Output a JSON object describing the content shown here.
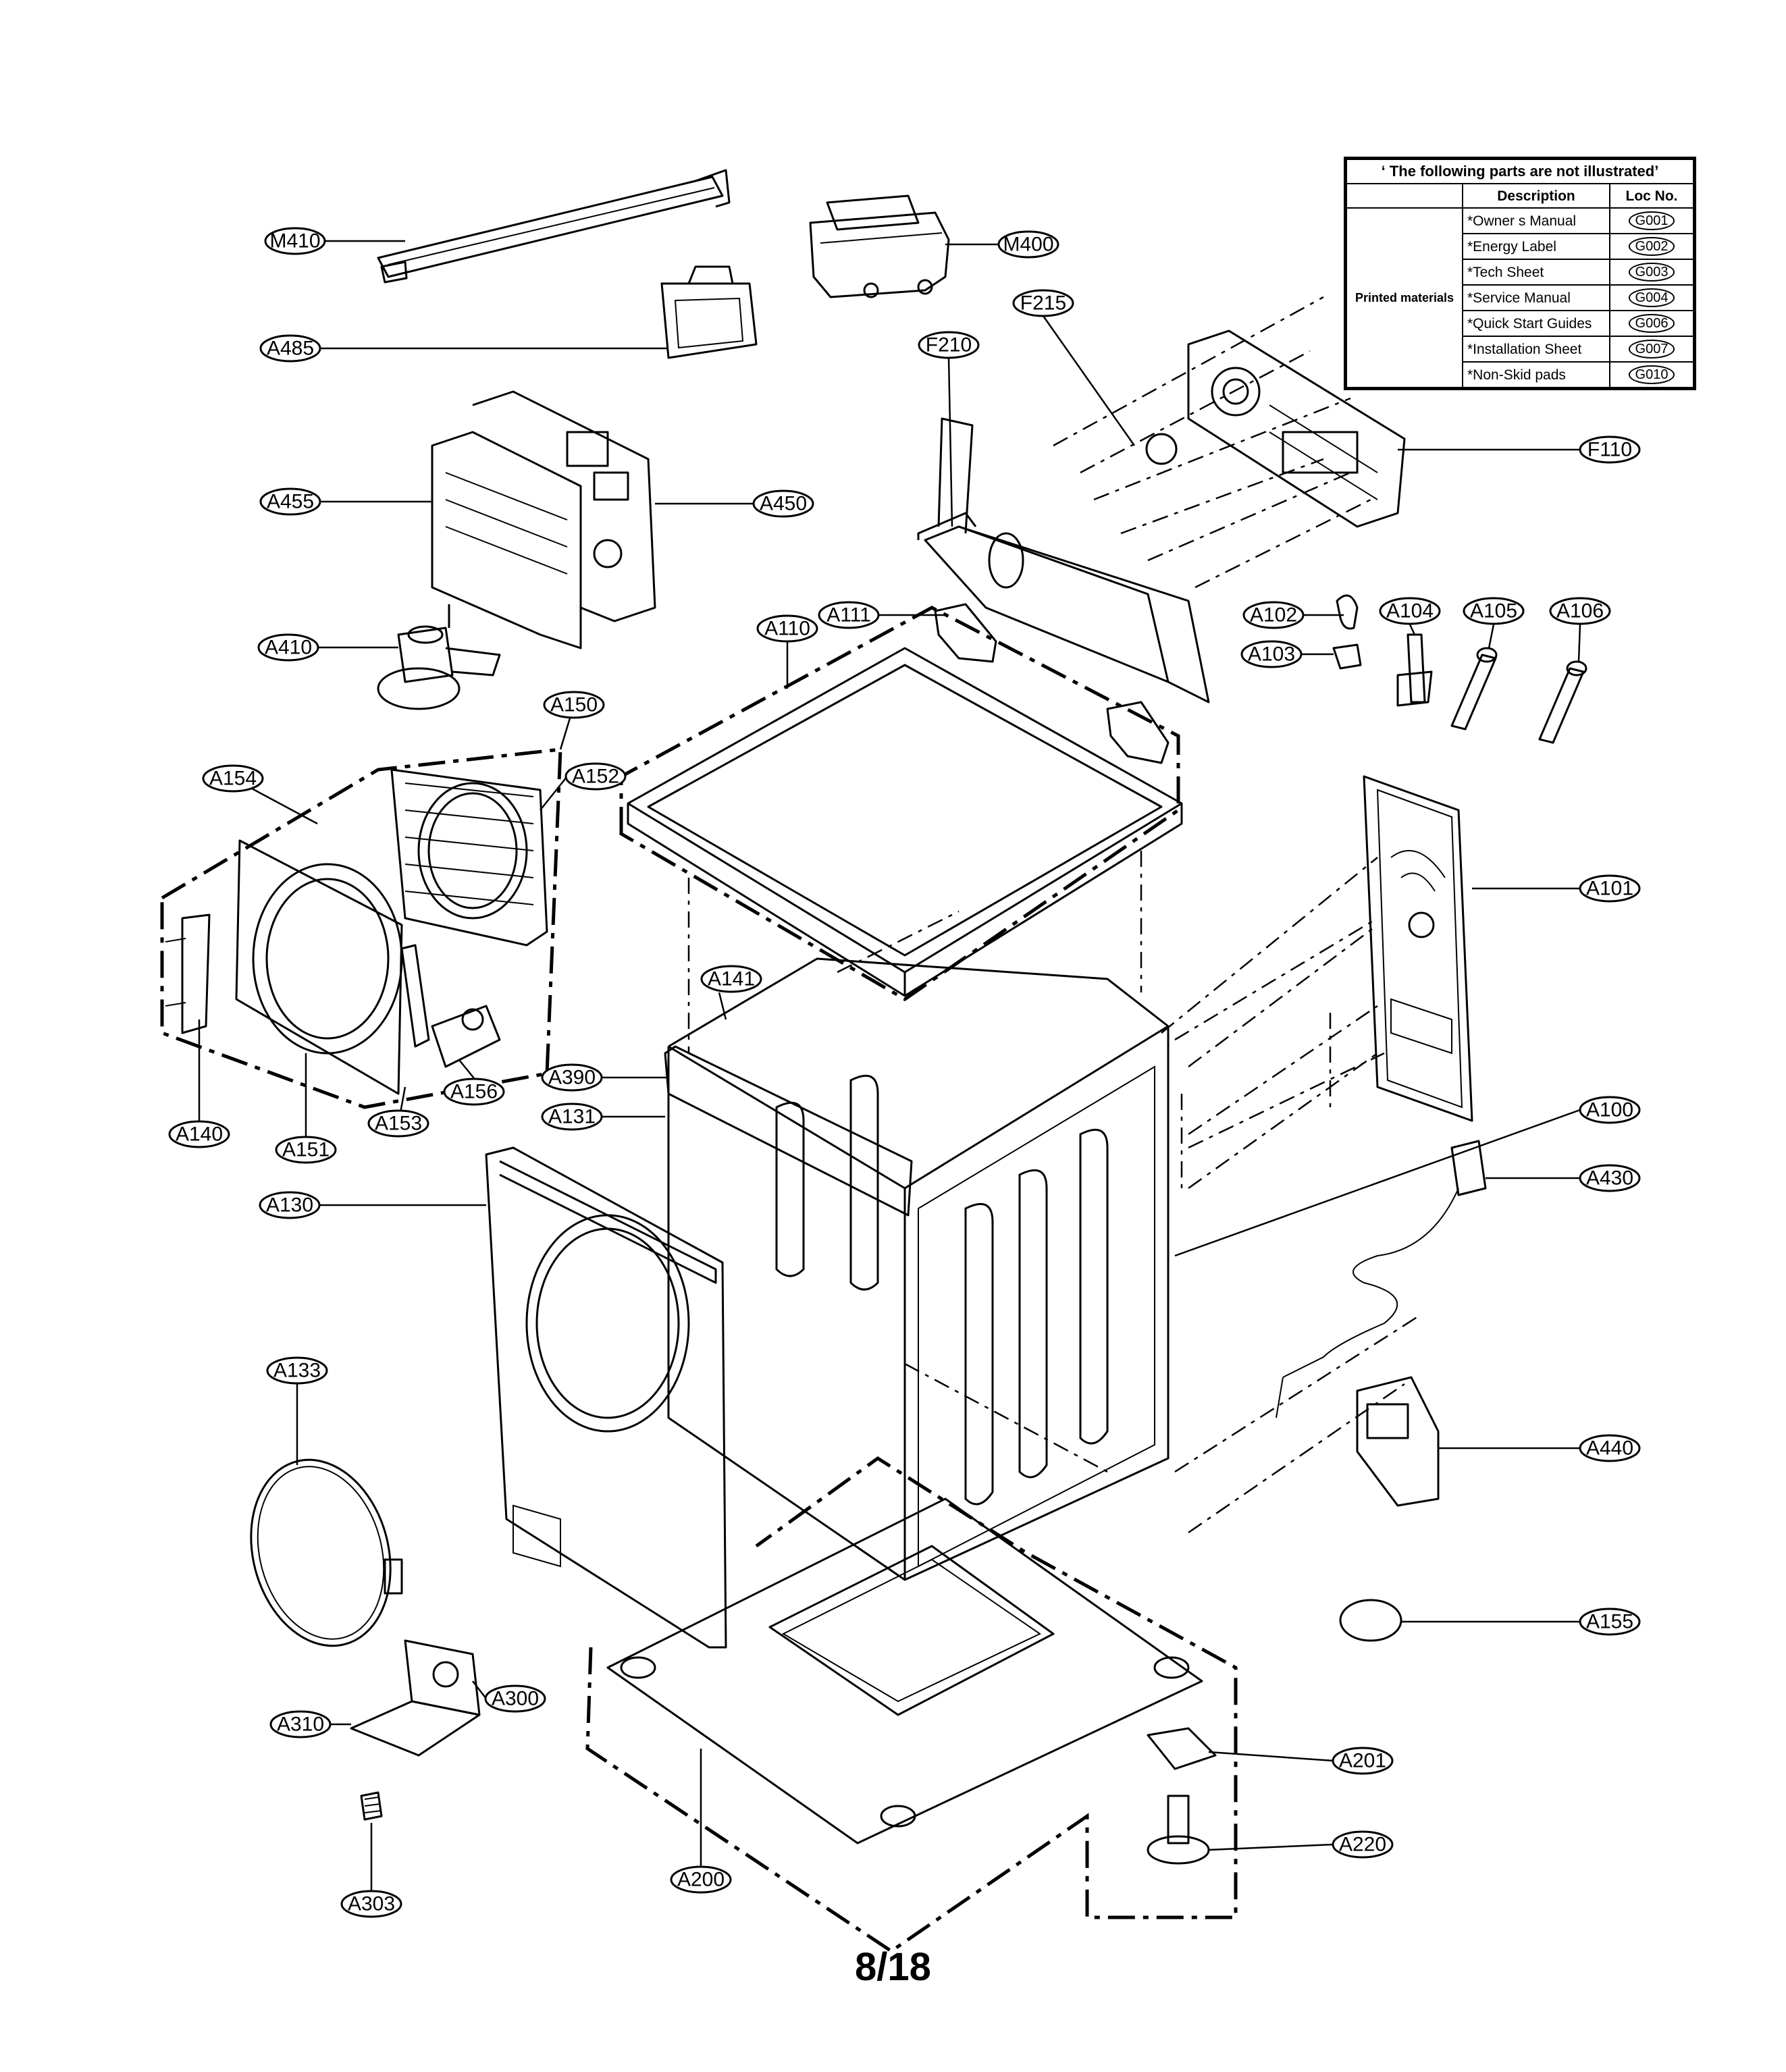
{
  "table": {
    "title": "‘ The following parts are not illustrated’",
    "col_description": "Description",
    "col_loc": "Loc No.",
    "group_label": "Printed materials",
    "rows": [
      {
        "description": "*Owner s Manual",
        "loc": "G001"
      },
      {
        "description": "*Energy Label",
        "loc": "G002"
      },
      {
        "description": "*Tech Sheet",
        "loc": "G003"
      },
      {
        "description": "*Service Manual",
        "loc": "G004"
      },
      {
        "description": "*Quick Start Guides",
        "loc": "G006"
      },
      {
        "description": "*Installation Sheet",
        "loc": "G007"
      },
      {
        "description": "*Non-Skid  pads",
        "loc": "G010"
      }
    ]
  },
  "callouts": {
    "M410": "M410",
    "M400": "M400",
    "A485": "A485",
    "F215": "F215",
    "F210": "F210",
    "F110": "F110",
    "A455": "A455",
    "A450": "A450",
    "A410": "A410",
    "A111": "A111",
    "A110": "A110",
    "A102": "A102",
    "A103": "A103",
    "A104": "A104",
    "A105": "A105",
    "A106": "A106",
    "A150": "A150",
    "A154": "A154",
    "A152": "A152",
    "A101": "A101",
    "A141": "A141",
    "A390": "A390",
    "A156": "A156",
    "A131": "A131",
    "A100": "A100",
    "A140": "A140",
    "A151": "A151",
    "A153": "A153",
    "A430": "A430",
    "A130": "A130",
    "A133": "A133",
    "A440": "A440",
    "A155": "A155",
    "A300": "A300",
    "A310": "A310",
    "A201": "A201",
    "A220": "A220",
    "A200": "A200",
    "A303": "A303"
  },
  "page_number": "8/18"
}
